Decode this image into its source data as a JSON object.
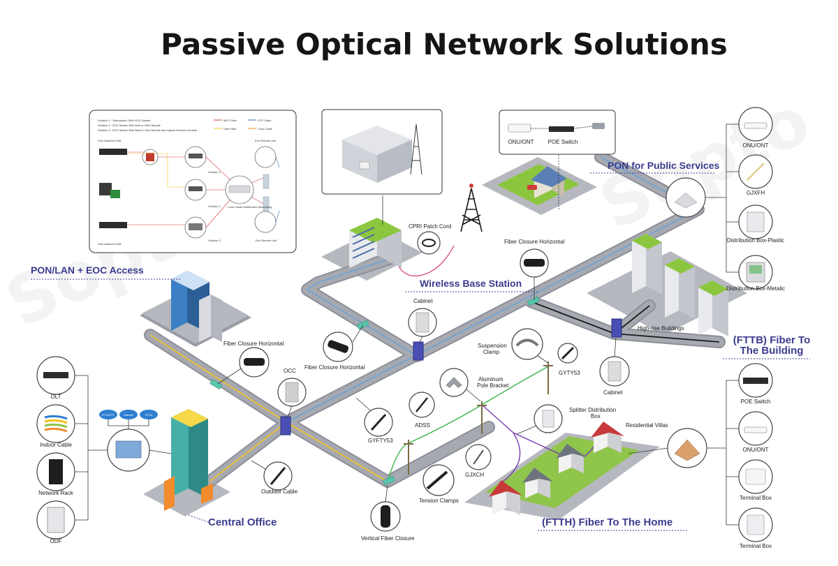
{
  "title": "Passive Optical Network Solutions",
  "watermark": "Sopto",
  "sections": {
    "pon_lan_eoc": "PON/LAN + EOC Access",
    "wireless": "Wireless Base Station",
    "public": "PON for Public Services",
    "fttb_line1": "(FTTB) Fiber To",
    "fttb_line2": "The Building",
    "central": "Central Office",
    "ftth": "(FTTH) Fiber To The Home"
  },
  "eoc_panel": {
    "solution1": "Solution 1 : Standalone ONU+EOC Master",
    "solution2": "Solution 2 : EOC Master With Built-in ONU Module",
    "solution3": "Solution 3 : EOC Master With Built-in ONU Module and Optical Receiver Module",
    "legend_mpc": "MPC Fiber",
    "legend_utp": "UTP Cable",
    "legend_data": "Data Fiber",
    "legend_coax": "Coax Cable",
    "sub_hub_top": "Sub-headend HUB",
    "sub_hub_bottom": "Sub-headend HUB",
    "eoc_remote_top": "Eoc Remote Unit",
    "eoc_remote_bottom": "Eoc Remote Unit",
    "sol1": "Solution 1",
    "sol2": "Solution 2",
    "sol3": "Solution 3",
    "coax_tag": "Coax Cable Distribution Networking"
  },
  "public_box": {
    "onu": "ONU/ONT",
    "poe": "POE Switch"
  },
  "labels": {
    "cpri": "CPRI Patch Cord",
    "fch_top": "Fiber Closure Horizontal",
    "fch_mid": "Fiber Closure Horizontal",
    "fch_left": "Fiber Closure Horizontal",
    "cabinet_top": "Cabinet",
    "cabinet_right": "Cabinet",
    "occ": "OCC",
    "suspension_1": "Suspension",
    "suspension_2": "Clamp",
    "gyty53_right": "GYTY53",
    "gyfty53": "GYFTY53",
    "alu_1": "Aluminum",
    "alu_2": "Pole Bracket",
    "adss": "ADSS",
    "splitter_1": "Splitter Distribution",
    "splitter_2": "Box",
    "gjxch": "GJXCH",
    "tension": "Tension Clamps",
    "vertical": "Vertical Fiber Closure",
    "outdoor": "Outdoor Cable",
    "highrise": "High-rise Buildings",
    "villas": "Residential Villas",
    "cloud_iptv": "IPTV/OTT",
    "cloud_internet": "Internet",
    "cloud_pstn": "PSTN"
  },
  "left_items": [
    "OLT",
    "Indoor Cable",
    "Network Rack",
    "ODF"
  ],
  "right_top_items": [
    "ONU/ONT",
    "GJXFH",
    "Distribution Box-Plastic",
    "Distribution Box-Metalic"
  ],
  "right_bottom_items": [
    "POE Switch",
    "ONU/ONT",
    "Terminal Box",
    "Terminal Box"
  ],
  "colors": {
    "accent": "#3b3b8f",
    "road": "#a7a9b1",
    "yellow_fiber": "#f4c31b",
    "blue_fiber": "#6aa3d8",
    "black_fiber": "#1c1c1c",
    "green_fiber": "#39b54a",
    "purple_fiber": "#7a3db3",
    "cabinet": "#4a4fb5",
    "joint": "#58c5ad"
  },
  "icons": [
    "olt-icon",
    "indoor-cable-icon",
    "network-rack-icon",
    "odf-icon",
    "onu-icon",
    "gjxfh-icon",
    "plastic-box-icon",
    "metal-box-icon",
    "poe-switch-icon",
    "terminal-box-icon",
    "tower-icon",
    "camera-icon"
  ]
}
